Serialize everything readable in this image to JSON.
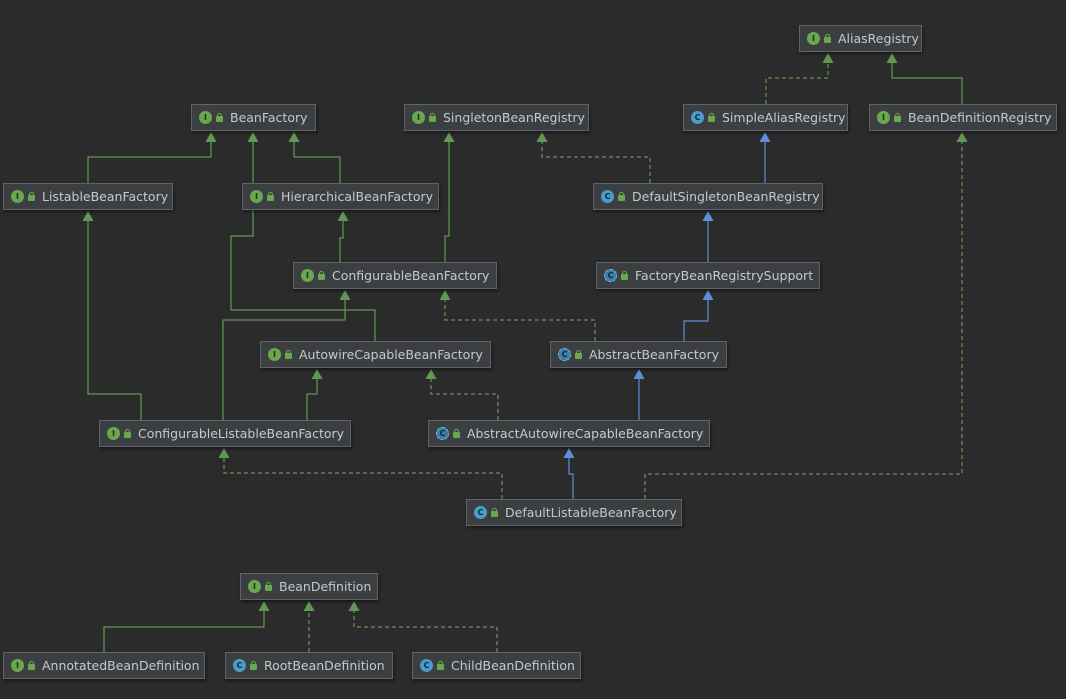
{
  "colors": {
    "background": "#2b2b2b",
    "node_fill": "#3c3f41",
    "node_border": "#62636a",
    "node_text": "#c8c8c8",
    "interface_edge": "#629755",
    "extends_edge": "#5c8fd6"
  },
  "legend_kinds": {
    "interface": "I",
    "class": "C",
    "abstract": "C"
  },
  "nodes": [
    {
      "id": "AliasRegistry",
      "label": "AliasRegistry",
      "kind": "interface"
    },
    {
      "id": "BeanFactory",
      "label": "BeanFactory",
      "kind": "interface"
    },
    {
      "id": "SingletonBeanRegistry",
      "label": "SingletonBeanRegistry",
      "kind": "interface"
    },
    {
      "id": "SimpleAliasRegistry",
      "label": "SimpleAliasRegistry",
      "kind": "class"
    },
    {
      "id": "BeanDefinitionRegistry",
      "label": "BeanDefinitionRegistry",
      "kind": "interface"
    },
    {
      "id": "ListableBeanFactory",
      "label": "ListableBeanFactory",
      "kind": "interface"
    },
    {
      "id": "HierarchicalBeanFactory",
      "label": "HierarchicalBeanFactory",
      "kind": "interface"
    },
    {
      "id": "DefaultSingletonBeanRegistry",
      "label": "DefaultSingletonBeanRegistry",
      "kind": "class"
    },
    {
      "id": "ConfigurableBeanFactory",
      "label": "ConfigurableBeanFactory",
      "kind": "interface"
    },
    {
      "id": "FactoryBeanRegistrySupport",
      "label": "FactoryBeanRegistrySupport",
      "kind": "abstract"
    },
    {
      "id": "AutowireCapableBeanFactory",
      "label": "AutowireCapableBeanFactory",
      "kind": "interface"
    },
    {
      "id": "AbstractBeanFactory",
      "label": "AbstractBeanFactory",
      "kind": "abstract"
    },
    {
      "id": "ConfigurableListableBeanFactory",
      "label": "ConfigurableListableBeanFactory",
      "kind": "interface"
    },
    {
      "id": "AbstractAutowireCapableBeanFactory",
      "label": "AbstractAutowireCapableBeanFactory",
      "kind": "abstract"
    },
    {
      "id": "DefaultListableBeanFactory",
      "label": "DefaultListableBeanFactory",
      "kind": "class"
    },
    {
      "id": "BeanDefinition",
      "label": "BeanDefinition",
      "kind": "interface"
    },
    {
      "id": "AnnotatedBeanDefinition",
      "label": "AnnotatedBeanDefinition",
      "kind": "interface"
    },
    {
      "id": "RootBeanDefinition",
      "label": "RootBeanDefinition",
      "kind": "class"
    },
    {
      "id": "ChildBeanDefinition",
      "label": "ChildBeanDefinition",
      "kind": "class"
    }
  ],
  "edges": [
    {
      "from": "SimpleAliasRegistry",
      "to": "AliasRegistry",
      "type": "implements"
    },
    {
      "from": "BeanDefinitionRegistry",
      "to": "AliasRegistry",
      "type": "extends-interface"
    },
    {
      "from": "ListableBeanFactory",
      "to": "BeanFactory",
      "type": "extends-interface"
    },
    {
      "from": "HierarchicalBeanFactory",
      "to": "BeanFactory",
      "type": "extends-interface"
    },
    {
      "from": "AutowireCapableBeanFactory",
      "to": "BeanFactory",
      "type": "extends-interface"
    },
    {
      "from": "ConfigurableBeanFactory",
      "to": "HierarchicalBeanFactory",
      "type": "extends-interface"
    },
    {
      "from": "ConfigurableBeanFactory",
      "to": "SingletonBeanRegistry",
      "type": "extends-interface"
    },
    {
      "from": "DefaultSingletonBeanRegistry",
      "to": "SimpleAliasRegistry",
      "type": "extends"
    },
    {
      "from": "DefaultSingletonBeanRegistry",
      "to": "SingletonBeanRegistry",
      "type": "implements"
    },
    {
      "from": "FactoryBeanRegistrySupport",
      "to": "DefaultSingletonBeanRegistry",
      "type": "extends"
    },
    {
      "from": "AbstractBeanFactory",
      "to": "FactoryBeanRegistrySupport",
      "type": "extends"
    },
    {
      "from": "AbstractBeanFactory",
      "to": "ConfigurableBeanFactory",
      "type": "implements"
    },
    {
      "from": "ConfigurableListableBeanFactory",
      "to": "ListableBeanFactory",
      "type": "extends-interface"
    },
    {
      "from": "ConfigurableListableBeanFactory",
      "to": "AutowireCapableBeanFactory",
      "type": "extends-interface"
    },
    {
      "from": "ConfigurableListableBeanFactory",
      "to": "ConfigurableBeanFactory",
      "type": "extends-interface"
    },
    {
      "from": "AbstractAutowireCapableBeanFactory",
      "to": "AbstractBeanFactory",
      "type": "extends"
    },
    {
      "from": "AbstractAutowireCapableBeanFactory",
      "to": "AutowireCapableBeanFactory",
      "type": "implements"
    },
    {
      "from": "DefaultListableBeanFactory",
      "to": "AbstractAutowireCapableBeanFactory",
      "type": "extends"
    },
    {
      "from": "DefaultListableBeanFactory",
      "to": "ConfigurableListableBeanFactory",
      "type": "implements"
    },
    {
      "from": "DefaultListableBeanFactory",
      "to": "BeanDefinitionRegistry",
      "type": "implements"
    },
    {
      "from": "AnnotatedBeanDefinition",
      "to": "BeanDefinition",
      "type": "extends-interface"
    },
    {
      "from": "RootBeanDefinition",
      "to": "BeanDefinition",
      "type": "implements"
    },
    {
      "from": "ChildBeanDefinition",
      "to": "BeanDefinition",
      "type": "implements"
    }
  ]
}
